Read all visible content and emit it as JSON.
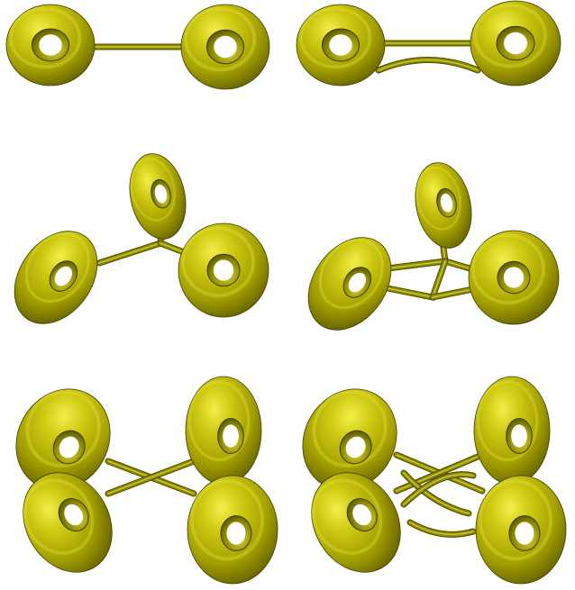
{
  "figure": {
    "panels": [
      {
        "id": "two-tori-one-tube",
        "tori": 2,
        "tubes": 1
      },
      {
        "id": "two-tori-two-tubes",
        "tori": 2,
        "tubes": 2
      },
      {
        "id": "three-tori-junction",
        "tori": 3,
        "tubes": 3
      },
      {
        "id": "three-tori-network",
        "tori": 3,
        "tubes": 6
      },
      {
        "id": "four-tori-cross",
        "tori": 4,
        "tubes": 2
      },
      {
        "id": "four-tori-braided",
        "tori": 4,
        "tubes": 5
      }
    ],
    "colors": {
      "torus_base": "#a8a400",
      "torus_light": "#e8e43a",
      "torus_shadow": "#3e3c00",
      "tube": "#8d8a00",
      "tube_highlight": "#d8d540",
      "background": "#ffffff"
    }
  }
}
